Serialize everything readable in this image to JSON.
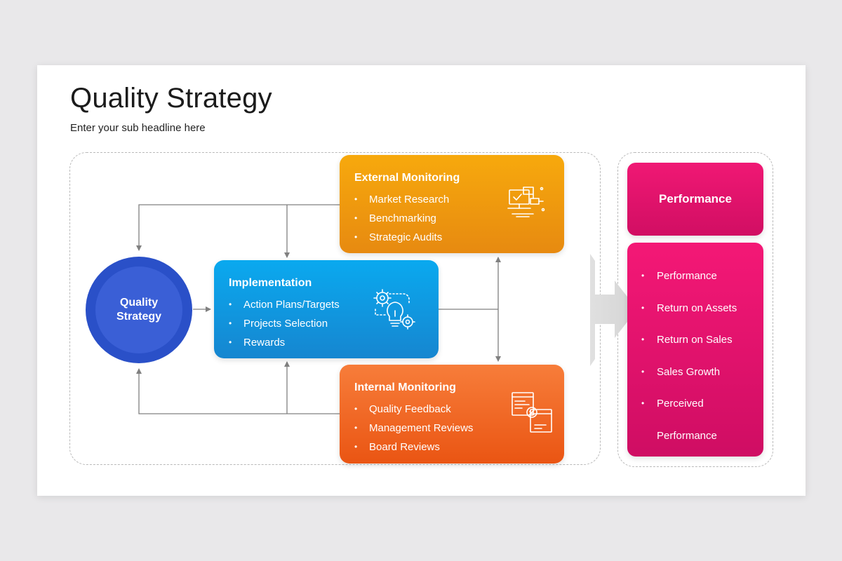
{
  "header": {
    "title": "Quality Strategy",
    "subtitle": "Enter your sub headline here"
  },
  "center": {
    "label": "Quality Strategy"
  },
  "boxes": {
    "external": {
      "title": "External Monitoring",
      "items": [
        "Market Research",
        "Benchmarking",
        "Strategic Audits"
      ],
      "icon": "monitoring-dashboard-icon"
    },
    "implementation": {
      "title": "Implementation",
      "items": [
        "Action Plans/Targets",
        "Projects Selection",
        "Rewards"
      ],
      "icon": "lightbulb-gears-icon"
    },
    "internal": {
      "title": "Internal Monitoring",
      "items": [
        "Quality Feedback",
        "Management Reviews",
        "Board Reviews"
      ],
      "icon": "document-review-icon"
    }
  },
  "performance": {
    "title": "Performance",
    "items": [
      "Performance",
      "Return on Assets",
      "Return on Sales",
      "Sales Growth",
      "Perceived",
      "Performance"
    ]
  },
  "colors": {
    "circle": "#2a50c8",
    "external": "#f7a90d",
    "implementation": "#0aa9ef",
    "internal": "#f77d3a",
    "performance": "#e8146d",
    "connector": "#808080"
  }
}
